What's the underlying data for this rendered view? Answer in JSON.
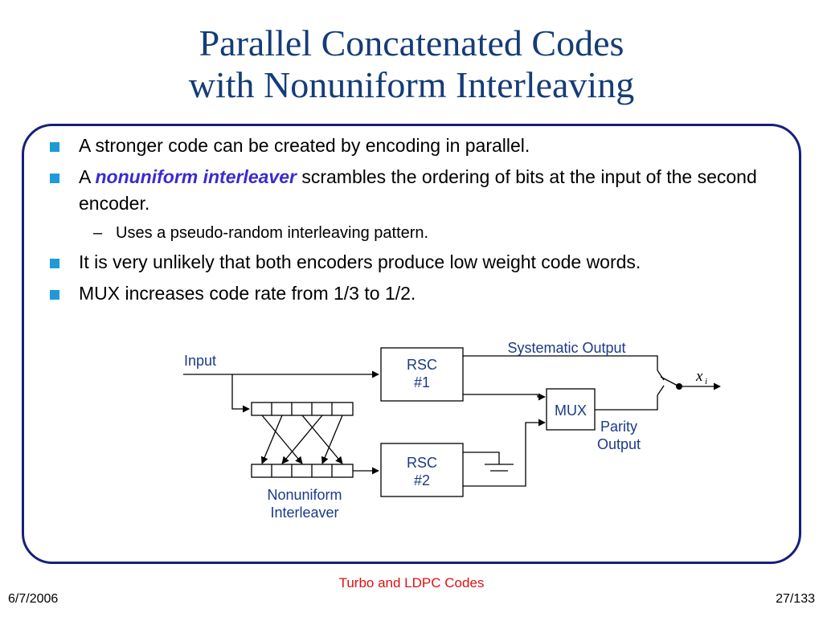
{
  "title": {
    "line1": "Parallel Concatenated Codes",
    "line2": "with Nonuniform Interleaving"
  },
  "bullets": {
    "b1": "A stronger code can be created by encoding in parallel.",
    "b2_pre": "A ",
    "b2_emph": "nonuniform interleaver",
    "b2_post": " scrambles the ordering of bits at the input of the second encoder.",
    "b2_sub_dash": "–",
    "b2_sub": "Uses a pseudo-random interleaving pattern.",
    "b3": "It is very unlikely that both encoders produce low weight code words.",
    "b4": "MUX increases code rate from 1/3 to 1/2."
  },
  "diagram": {
    "input_label": "Input",
    "rsc1_line1": "RSC",
    "rsc1_line2": "#1",
    "rsc2_line1": "RSC",
    "rsc2_line2": "#2",
    "mux_label": "MUX",
    "systematic_label": "Systematic Output",
    "parity_line1": "Parity",
    "parity_line2": "Output",
    "interleaver_line1": "Nonuniform",
    "interleaver_line2": "Interleaver",
    "output_symbol": "x",
    "output_subscript": "i"
  },
  "footer": {
    "date": "6/7/2006",
    "center": "Turbo and LDPC Codes",
    "page": "27/133"
  },
  "colors": {
    "title": "#143c78",
    "frame": "#16207a",
    "bullet_square": "#1f9ad6",
    "emphasis": "#3a2bd1",
    "diagram_label": "#1a3a8a",
    "footer_center": "#e01010"
  }
}
